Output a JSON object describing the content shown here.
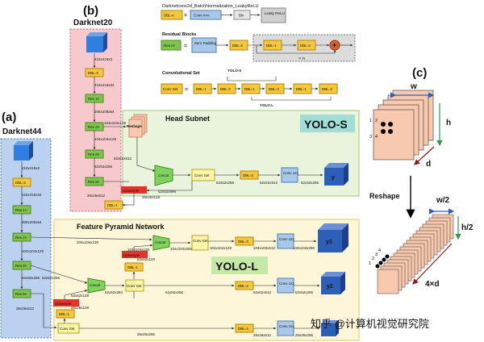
{
  "panels": {
    "a": {
      "letter": "(a)",
      "title": "Darknet44"
    },
    "b": {
      "letter": "(b)",
      "title": "Darknet20"
    },
    "c": {
      "letter": "(c)"
    }
  },
  "legend": {
    "dbl_title": "Darknetconv2d_BatchNormalization_LeakyReLU",
    "dbl_n": "DBL-n",
    "conv_nxn": "Conv n×n",
    "bn": "BN",
    "leaky": "Leaky ReLU",
    "res_title": "Residual Blocks",
    "res_n": "Res n×",
    "zero_padding": "Zero Padding",
    "dbl3": "DBL-3",
    "dbl1": "DBL-1",
    "times_n": "× n",
    "plus": "+",
    "conv_set_title": "Convolutional Set",
    "conv_set": "Conv Set",
    "equals": "="
  },
  "labels": {
    "yolo_s_top": "YOLO-S",
    "yolo_l_mid": "YOLO-L",
    "head_subnet": "Head Subnet",
    "yolo_s": "YOLO-S",
    "fpn": "Feature Pyramid Network",
    "yolo_l": "YOLO-L",
    "reshape_small": "Reshape",
    "reshape": "Reshape",
    "concat": "concat",
    "upsample": "Upsample",
    "y": "y",
    "y2": "y2",
    "y3": "y3",
    "conv1x1": "Conv 1x1",
    "watermark": "知乎 @计算机视觉研究院"
  },
  "darknet20": {
    "blocks": [
      "DBL-3",
      "Res 1×",
      "Res 2×",
      "Res 8×",
      "Res 8×",
      "DBL-1"
    ],
    "dims": [
      "416x416x3",
      "416x416x32",
      "208x208x64",
      "104x104x128",
      "52x52x256",
      "26x26x512"
    ]
  },
  "darknet44": {
    "blocks": [
      "DBL-3",
      "Res 1×",
      "Res 2×",
      "Res 8×",
      "Res 8×"
    ],
    "dims": [
      "416x416x3",
      "416x416x32",
      "208x208x64",
      "104x104x128",
      "52x52x256",
      "26x26x512"
    ]
  },
  "head": {
    "dims": [
      "26x26x128",
      "52x52x512",
      "52x52x896",
      "52x52x256",
      "52x52x512",
      "52x52x255",
      "104x104x128",
      "26x26x128"
    ]
  },
  "fpn_dims": [
    "104x104x128",
    "104x104x256",
    "104x104x384",
    "104x104x512",
    "104x104x255",
    "52x52x128",
    "52x52x256",
    "52x52x384",
    "52x52x512",
    "52x52x255",
    "26x26x128",
    "26x26x256",
    "26x26x512",
    "26x26x255"
  ],
  "cube_labels": {
    "w": "w",
    "h": "h",
    "d": "d",
    "w2": "w/2",
    "h2": "h/2",
    "d4": "4×d",
    "n1": "1",
    "n2": "2",
    "n3": "3",
    "n4": "4"
  },
  "colors": {
    "dbl": "#f5c73b",
    "res": "#7ec44b",
    "conv": "#a8c8ea",
    "concat": "#7fd35d",
    "upsample": "#e8312a",
    "cube_blue": "#2e5fb8",
    "cube_peach": "#f8c9ae",
    "panel_a_bg": "#bcd0ef",
    "panel_b_bg": "#f7c9cc",
    "head_bg": "#eaf3dc",
    "fpn_bg": "#fdf6d8",
    "yolo_s_bg": "#9fdfd6",
    "yolo_l_bg": "#c7e9a8"
  }
}
